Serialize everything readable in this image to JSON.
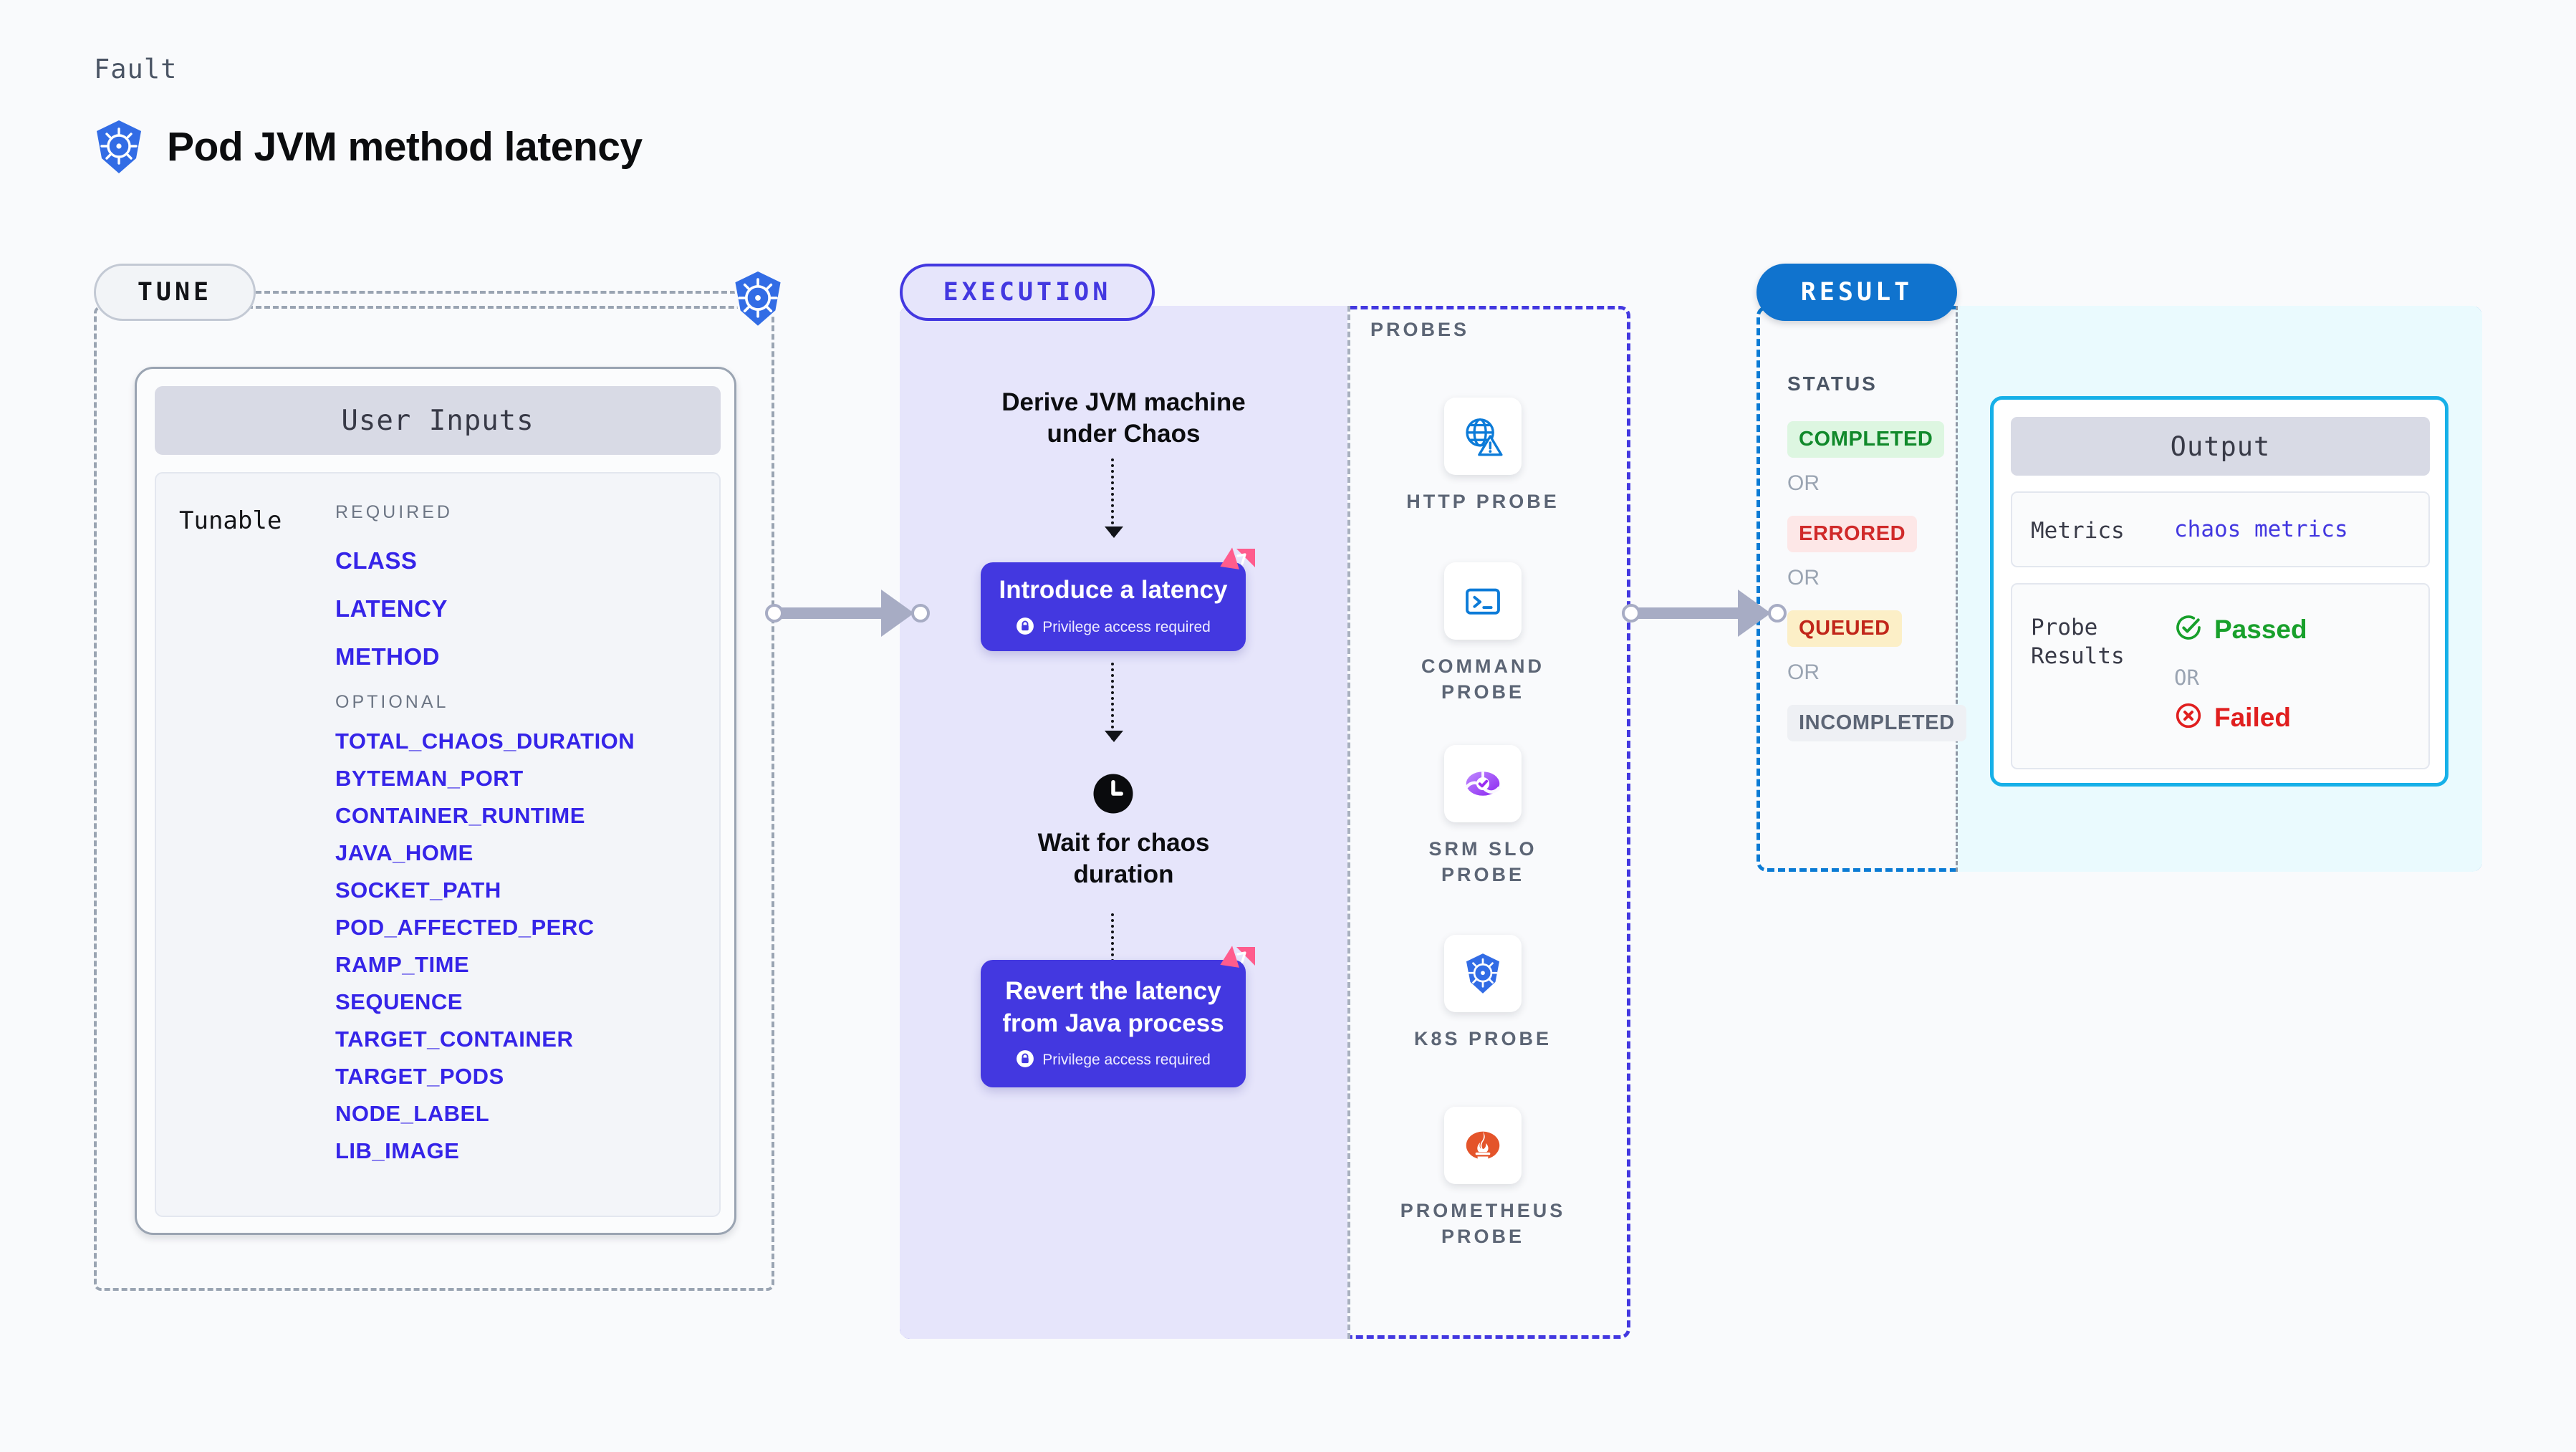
{
  "header": {
    "kicker": "Fault",
    "title": "Pod JVM method latency",
    "icon": "kubernetes-icon"
  },
  "tune": {
    "pill_label": "TUNE",
    "badge_icon": "kubernetes-icon",
    "card_title": "User Inputs",
    "tunable_label": "Tunable",
    "required_label": "REQUIRED",
    "required": [
      "CLASS",
      "LATENCY",
      "METHOD"
    ],
    "optional_label": "OPTIONAL",
    "optional": [
      "TOTAL_CHAOS_DURATION",
      "BYTEMAN_PORT",
      "CONTAINER_RUNTIME",
      "JAVA_HOME",
      "SOCKET_PATH",
      "POD_AFFECTED_PERC",
      "RAMP_TIME",
      "SEQUENCE",
      "TARGET_CONTAINER",
      "TARGET_PODS",
      "NODE_LABEL",
      "LIB_IMAGE"
    ]
  },
  "execution": {
    "pill_label": "EXECUTION",
    "step1_text": "Derive JVM machine\nunder Chaos",
    "block1_title": "Introduce a latency",
    "block1_privilege": "Privilege access required",
    "wait_text": "Wait for chaos\nduration",
    "wait_icon": "clock-icon",
    "block2_title": "Revert the latency\nfrom Java process",
    "block2_privilege": "Privilege access required",
    "badge_icon": "litmus-chaos-icon",
    "lock_icon": "lock-icon",
    "accent": "#4338E0"
  },
  "probes": {
    "title": "PROBES",
    "items": [
      {
        "label": "HTTP  PROBE",
        "icon": "globe-warning-icon"
      },
      {
        "label": "COMMAND\nPROBE",
        "icon": "terminal-icon"
      },
      {
        "label": "SRM  SLO\nPROBE",
        "icon": "slo-gauge-icon"
      },
      {
        "label": "K8S  PROBE",
        "icon": "kubernetes-icon"
      },
      {
        "label": "PROMETHEUS\nPROBE",
        "icon": "prometheus-icon"
      }
    ]
  },
  "result": {
    "pill_label": "RESULT",
    "status_title": "STATUS",
    "or_label": "OR",
    "statuses": [
      {
        "label": "COMPLETED",
        "bg": "#DDF6E1",
        "fg": "#11892B"
      },
      {
        "label": "ERRORED",
        "bg": "#FDE7E7",
        "fg": "#D02A2A"
      },
      {
        "label": "QUEUED",
        "bg": "#FCEFC7",
        "fg": "#C1261A"
      },
      {
        "label": "INCOMPLETED",
        "bg": "#EEF0F4",
        "fg": "#5C6575"
      }
    ]
  },
  "output": {
    "card_title": "Output",
    "metrics_key": "Metrics",
    "metrics_value": "chaos metrics",
    "probe_results_key": "Probe\nResults",
    "passed_label": "Passed",
    "passed_icon": "check-circle-icon",
    "passed_color": "#18A02B",
    "or_label": "OR",
    "failed_label": "Failed",
    "failed_icon": "x-circle-icon",
    "failed_color": "#E01F1F"
  }
}
